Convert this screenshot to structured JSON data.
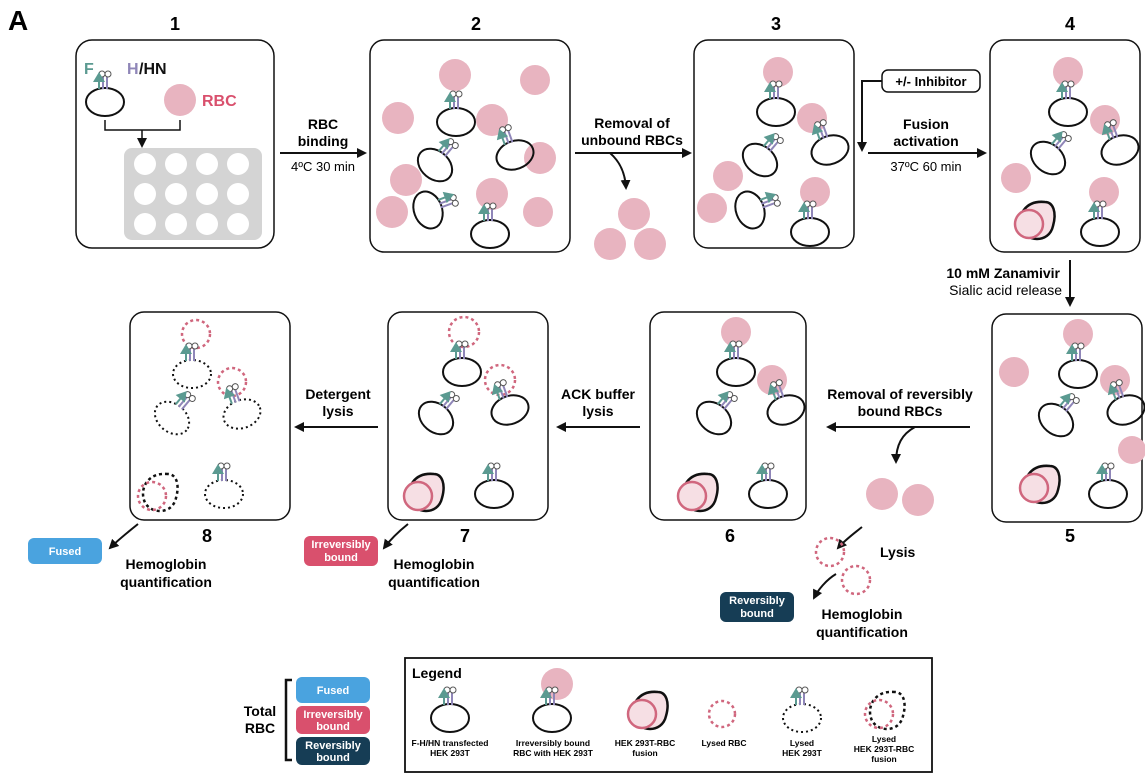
{
  "panel_letter": "A",
  "steps": {
    "s1": "1",
    "s2": "2",
    "s3": "3",
    "s4": "4",
    "s5": "5",
    "s6": "6",
    "s7": "7",
    "s8": "8"
  },
  "step1": {
    "f": "F",
    "h": "H",
    "hn": "/HN",
    "rbc": "RBC"
  },
  "arrows": {
    "rbc_binding_1": "RBC",
    "rbc_binding_2": "binding",
    "rbc_binding_cond": "4ºC 30 min",
    "removal_unbound_1": "Removal of",
    "removal_unbound_2": "unbound RBCs",
    "inhibitor": "+/- Inhibitor",
    "fusion_1": "Fusion",
    "fusion_2": "activation",
    "fusion_cond": "37ºC 60 min",
    "zanamivir": "10 mM Zanamivir",
    "sialic": "Sialic acid release",
    "removal_rev_1": "Removal of reversibly",
    "removal_rev_2": "bound RBCs",
    "lysis": "Lysis",
    "ack_1": "ACK buffer",
    "ack_2": "lysis",
    "det_1": "Detergent",
    "det_2": "lysis"
  },
  "quant": {
    "hemoglobin": "Hemoglobin",
    "quantification": "quantification"
  },
  "badges": {
    "fused": "Fused",
    "irrev_1": "Irreversibly",
    "irrev_2": "bound",
    "rev_1": "Reversibly",
    "rev_2": "bound"
  },
  "total": {
    "l1": "Total",
    "l2": "RBC"
  },
  "legend": {
    "title": "Legend",
    "i1_a": "F-H/HN transfected",
    "i1_b": "HEK 293T",
    "i2_a": "Irreversibly bound",
    "i2_b": "RBC with HEK 293T",
    "i3_a": "HEK 293T-RBC",
    "i3_b": "fusion",
    "i4": "Lysed RBC",
    "i5_a": "Lysed",
    "i5_b": "HEK 293T",
    "i6_a": "Lysed",
    "i6_b": "HEK 293T-RBC",
    "i6_c": "fusion"
  },
  "colors": {
    "rbc": "#e8b4c0",
    "rbc_stroke": "#d0677e",
    "fused_badge": "#4aa3df",
    "irrev_badge": "#d9506d",
    "rev_badge": "#163d55",
    "f_protein": "#5b9a91",
    "hn_protein": "#8f86b8",
    "plate": "#d4d4d4"
  }
}
